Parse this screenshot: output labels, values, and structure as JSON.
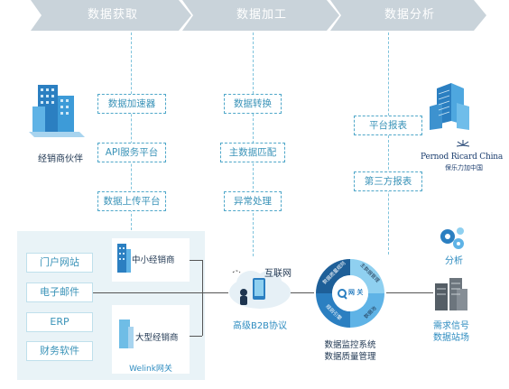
{
  "header": {
    "stages": [
      "数据获取",
      "数据加工",
      "数据分析"
    ],
    "colors": {
      "chevron": "#c9d3da",
      "chevron_text": "#ffffff"
    }
  },
  "acquisition": {
    "partner_label": "经销商伙伴",
    "steps": [
      "数据加速器",
      "API服务平台",
      "数据上传平台"
    ]
  },
  "processing": {
    "steps": [
      "数据转换",
      "主数据匹配",
      "异常处理"
    ]
  },
  "analysis": {
    "steps": [
      "平台报表",
      "第三方报表"
    ],
    "logo_text": "Pernod Ricard China",
    "logo_subtext": "保乐力加中国"
  },
  "channels": {
    "items": [
      "门户网站",
      "电子邮件",
      "ERP",
      "财务软件"
    ]
  },
  "distributors": {
    "small": "中小经销商",
    "large": "大型经销商",
    "gateway": "Welink网关"
  },
  "b2b": {
    "internet_label": "互联网",
    "protocol_label": "高级B2B协议"
  },
  "monitoring": {
    "segments": [
      "数据质量规则",
      "主数据管理",
      "规则引擎",
      "数据池"
    ],
    "center_label": "网 关",
    "caption_line1": "数据监控系统",
    "caption_line2": "数据质量管理"
  },
  "demand": {
    "analysis_label": "分析",
    "station_line1": "需求信号",
    "station_line2": "数据站场"
  }
}
